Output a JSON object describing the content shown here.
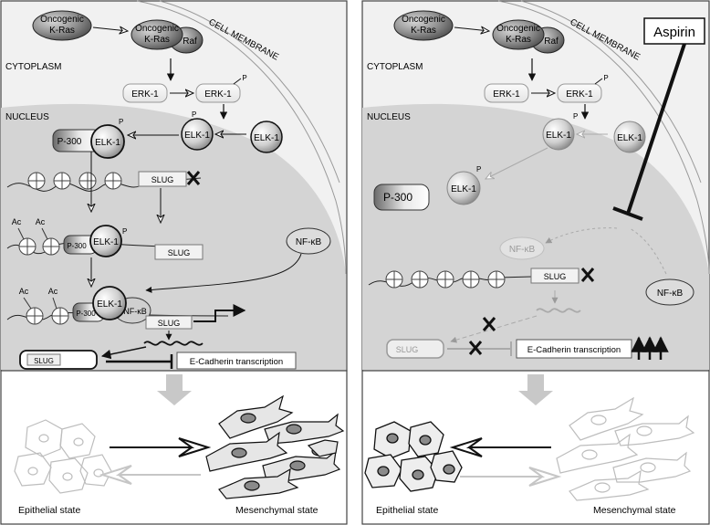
{
  "left_panel": {
    "oncogenic_kras": [
      "Oncogenic",
      "K-Ras"
    ],
    "kras_raf_complex": [
      "Oncogenic",
      "K-Ras"
    ],
    "raf": "Raf",
    "cell_membrane": "CELL MEMBRANE",
    "cytoplasm": "CYTOPLASM",
    "nucleus": "NUCLEUS",
    "erk1": "ERK-1",
    "erk1_p": "ERK-1",
    "phospho": "P",
    "elk1_p": "ELK-1",
    "elk1": "ELK-1",
    "p300": "P-300",
    "p300_elk1": "ELK-1",
    "slug_gene": "SLUG",
    "ac": "Ac",
    "p300_small": "P-300",
    "elk1_b": "ELK-1",
    "slug_b": "SLUG",
    "nfkb": "NF-κB",
    "p300_c": "P-300",
    "elk1_c": "ELK-1",
    "nfkb_c": "NF-κB",
    "slug_c": "SLUG",
    "slug_protein": "SLUG",
    "ecadherin": "E-Cadherin transcription",
    "epithelial_state": "Epithelial state",
    "mesenchymal_state": "Mesenchymal state"
  },
  "right_panel": {
    "oncogenic_kras": [
      "Oncogenic",
      "K-Ras"
    ],
    "kras_raf_complex": [
      "Oncogenic",
      "K-Ras"
    ],
    "raf": "Raf",
    "cell_membrane": "CELL MEMBRANE",
    "aspirin": "Aspirin",
    "cytoplasm": "CYTOPLASM",
    "nucleus": "NUCLEUS",
    "erk1": "ERK-1",
    "erk1_p": "ERK-1",
    "phospho": "P",
    "elk1_p": "ELK-1",
    "elk1": "ELK-1",
    "elk1_nuc": "ELK-1",
    "p300": "P-300",
    "nfkb_nuc": "NF-κB",
    "slug_gene": "SLUG",
    "nfkb_out": "NF-κB",
    "slug_protein": "SLUG",
    "ecadherin": "E-Cadherin transcription",
    "epithelial_state": "Epithelial state",
    "mesenchymal_state": "Mesenchymal state"
  },
  "colors": {
    "nucleus_fill": "#d4d4d4",
    "panel_border": "#333333",
    "faded": "#bdbdbd"
  }
}
